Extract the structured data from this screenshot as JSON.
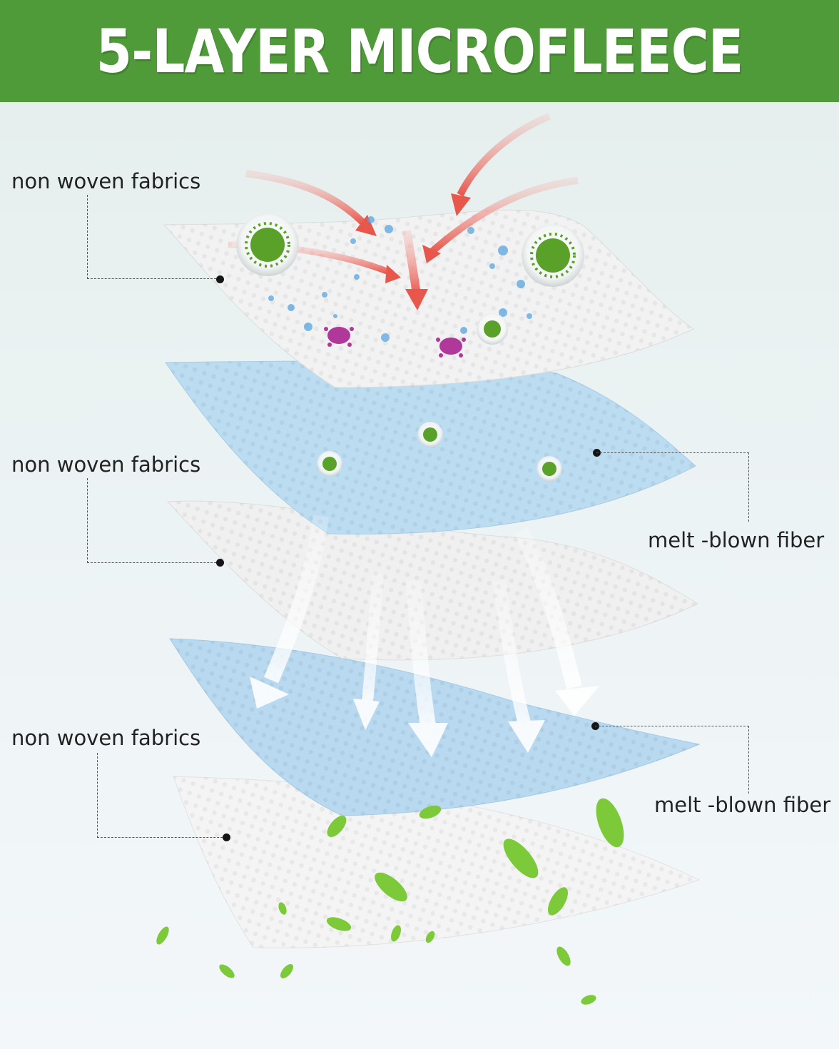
{
  "header": {
    "title": "5-LAYER MICROFLEECE",
    "background_color": "#4f9b3a",
    "text_color": "#ffffff"
  },
  "layers": [
    {
      "label": "non woven fabrics",
      "color": "#f2f2f2"
    },
    {
      "label": "melt -blown fiber",
      "color": "#bcdcf1"
    },
    {
      "label": "non woven fabrics",
      "color": "#f0f0f0"
    },
    {
      "label": "melt -blown fiber",
      "color": "#b8d9ef"
    },
    {
      "label": "non woven fabrics",
      "color": "#f4f4f4"
    }
  ],
  "icons": {
    "incoming_arrows": "red-arrow-icon",
    "outgoing_arrows": "white-arrow-icon",
    "virus": "virus-icon",
    "bacteria": "bacteria-icon",
    "leaves": "leaf-icon"
  },
  "colors": {
    "arrow_red": "#e8473b",
    "virus_green": "#5aa12a",
    "bacteria_purple": "#b0389b",
    "particle_blue": "#5aa5e0",
    "leaf_green": "#7cc93a"
  }
}
